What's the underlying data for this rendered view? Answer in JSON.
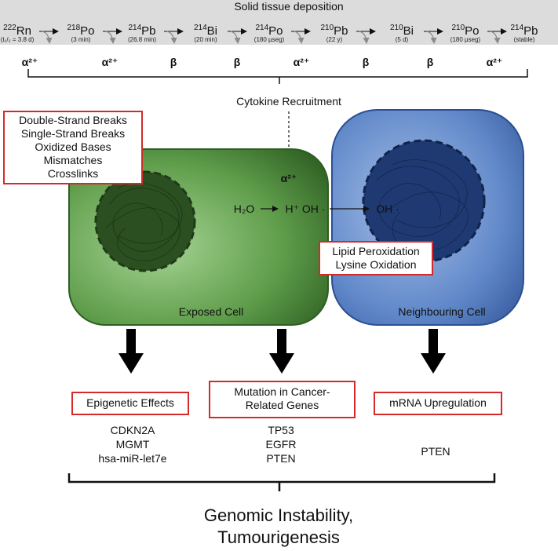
{
  "chain": {
    "title": "Solid tissue deposition",
    "isotopes": [
      {
        "mass": "222",
        "symbol": "Rn",
        "note": "(t₁/₂ = 3.8 d)"
      },
      {
        "mass": "218",
        "symbol": "Po",
        "note": "(3 min)"
      },
      {
        "mass": "214",
        "symbol": "Pb",
        "note": "(26.8 min)"
      },
      {
        "mass": "214",
        "symbol": "Bi",
        "note": "(20 min)"
      },
      {
        "mass": "214",
        "symbol": "Po",
        "note": "(180 µseg)"
      },
      {
        "mass": "210",
        "symbol": "Pb",
        "note": "(22 y)"
      },
      {
        "mass": "210",
        "symbol": "Bi",
        "note": "(5 d)"
      },
      {
        "mass": "210",
        "symbol": "Po",
        "note": "(180 µseg)"
      },
      {
        "mass": "214",
        "symbol": "Pb",
        "note": "(stable)"
      }
    ],
    "emissions": [
      "α²⁺",
      "α²⁺",
      "β",
      "β",
      "α²⁺",
      "β",
      "β",
      "α²⁺"
    ]
  },
  "cytokine_label": "Cytokine Recruitment",
  "alpha_label": "α²⁺",
  "damage_box": [
    "Double-Strand Breaks",
    "Single-Strand Breaks",
    "Oxidized Bases",
    "Mismatches",
    "Crosslinks"
  ],
  "reaction": {
    "water": "H₂O",
    "products": "H⁺ OH ·",
    "radical": "OH ·"
  },
  "lipid_box": [
    "Lipid Peroxidation",
    "Lysine Oxidation"
  ],
  "cells": {
    "exposed": "Exposed Cell",
    "neighbouring": "Neighbouring Cell"
  },
  "effects": [
    {
      "label": [
        "Epigenetic Effects"
      ],
      "genes": [
        "CDKN2A",
        "MGMT",
        "hsa-miR-let7e"
      ]
    },
    {
      "label": [
        "Mutation in Cancer-",
        "Related Genes"
      ],
      "genes": [
        "TP53",
        "EGFR",
        "PTEN"
      ]
    },
    {
      "label": [
        "mRNA Upregulation"
      ],
      "genes": [
        "PTEN"
      ]
    }
  ],
  "outcome": [
    "Genomic Instability,",
    "Tumourigenesis"
  ],
  "colors": {
    "band": "#d9d9d9",
    "exposed_cell": "#4f8f3f",
    "neighbouring_cell": "#3f6bb5",
    "box_border": "#d42a2a"
  }
}
